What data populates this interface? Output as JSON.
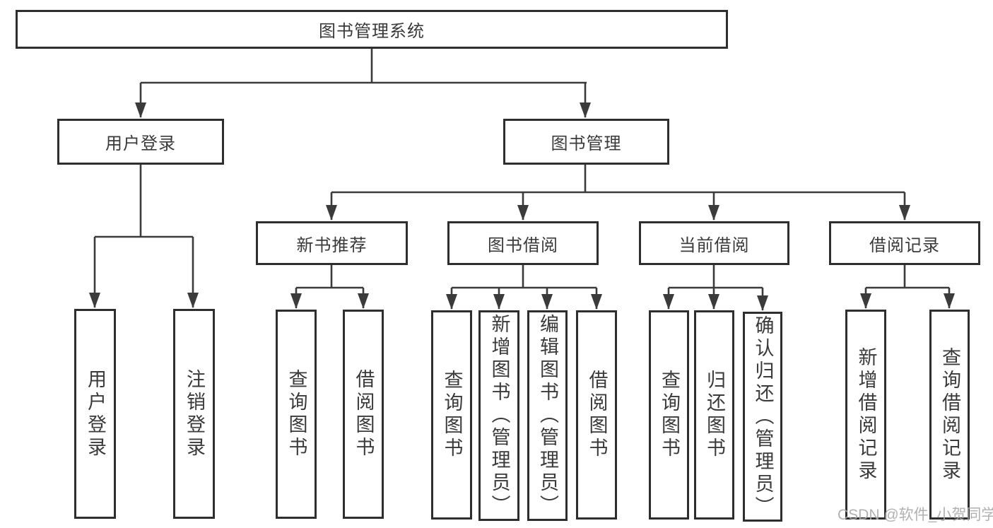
{
  "tree": {
    "root": {
      "label": "图书管理系统"
    },
    "user_branch": {
      "label": "用户登录",
      "children": [
        {
          "label": "用户登录"
        },
        {
          "label": "注销登录"
        }
      ]
    },
    "book_branch": {
      "label": "图书管理",
      "children": [
        {
          "label": "新书推荐",
          "children": [
            {
              "label": "查询图书"
            },
            {
              "label": "借阅图书"
            }
          ]
        },
        {
          "label": "图书借阅",
          "children": [
            {
              "label": "查询图书"
            },
            {
              "label": "新增图书（管理员）"
            },
            {
              "label": "编辑图书（管理员）"
            },
            {
              "label": "借阅图书"
            }
          ]
        },
        {
          "label": "当前借阅",
          "children": [
            {
              "label": "查询图书"
            },
            {
              "label": "归还图书"
            },
            {
              "label": "确认归还（管理员）"
            }
          ]
        },
        {
          "label": "借阅记录",
          "children": [
            {
              "label": "新增借阅记录"
            },
            {
              "label": "查询借阅记录"
            }
          ]
        }
      ]
    }
  },
  "watermark": {
    "text": "CSDN @软件_小贺同学"
  },
  "colors": {
    "background": "#ffffff",
    "line": "#3b3b3b",
    "box_border": "#2e2e2e",
    "text": "#3a3a3a",
    "watermark": "#a8a8a8"
  }
}
